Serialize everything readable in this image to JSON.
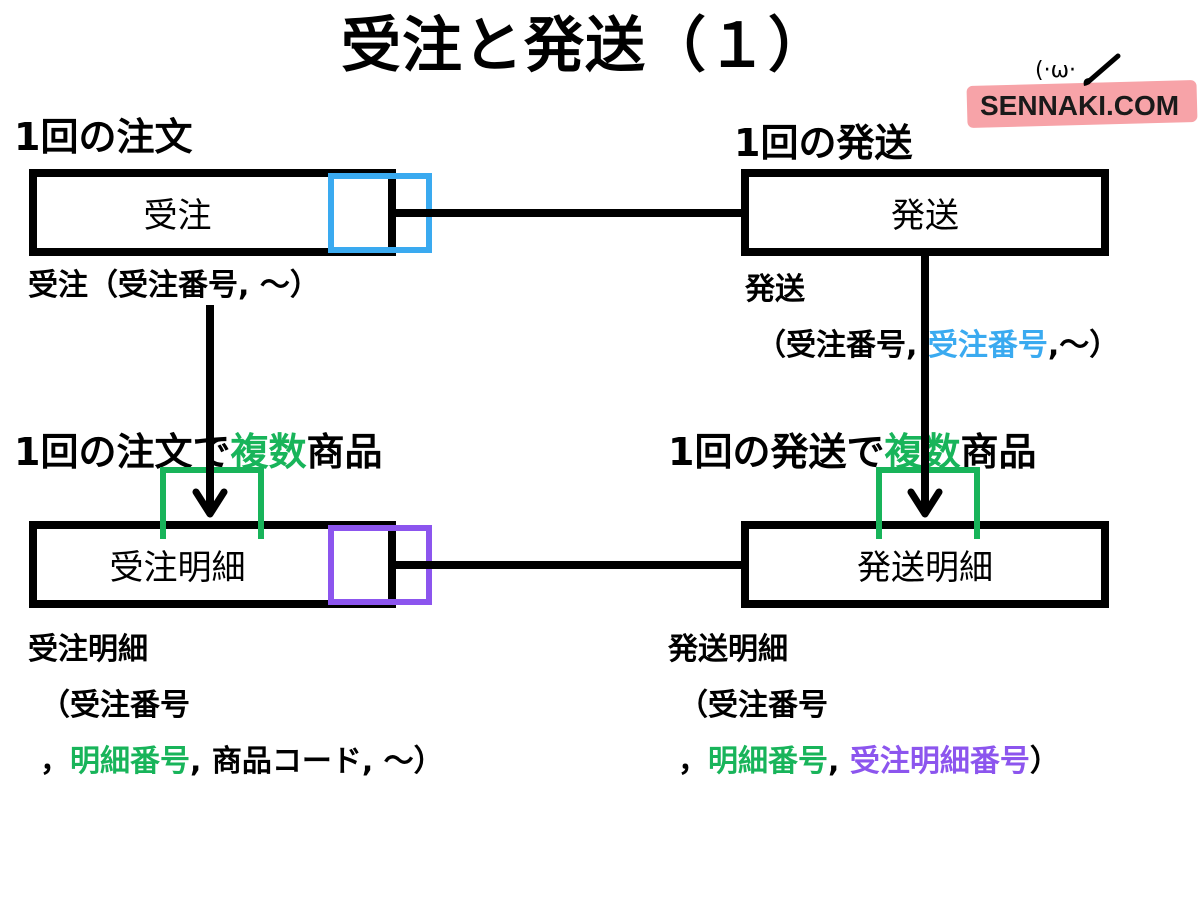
{
  "title": "受注と発送（１）",
  "logo": {
    "text": "SENNAKI.COM",
    "face": "(·ω·"
  },
  "left": {
    "top_label": "1回の注文",
    "order_entity": "受注",
    "order_attrs": "受注（受注番号, ～）",
    "detail_label_prefix": "1回の注文で",
    "detail_label_highlight": "複数",
    "detail_label_suffix": "商品",
    "detail_entity": "受注明細",
    "detail_attrs": {
      "line1": "受注明細",
      "line2": "（受注番号",
      "line3_lead": "，",
      "line3_highlight": "明細番号",
      "line3_rest": ", 商品コード, ～）"
    }
  },
  "right": {
    "top_label": "1回の発送",
    "ship_entity": "発送",
    "ship_attrs": {
      "line1": "発送",
      "line2_lead": "（受注番号, ",
      "line2_highlight": "受注番号",
      "line2_rest": ",～）"
    },
    "detail_label_prefix": "1回の発送で",
    "detail_label_highlight": "複数",
    "detail_label_suffix": "商品",
    "detail_entity": "発送明細",
    "detail_attrs": {
      "line1": "発送明細",
      "line2": "（受注番号",
      "line3_lead": "，",
      "line3_highlight1": "明細番号",
      "line3_sep": ", ",
      "line3_highlight2": "受注明細番号",
      "line3_end": "）"
    }
  },
  "colors": {
    "blue": "#3aaaf0",
    "green": "#18b45a",
    "purple": "#8c55ee",
    "line": "#000000",
    "logo_band": "#f7a3a8"
  }
}
